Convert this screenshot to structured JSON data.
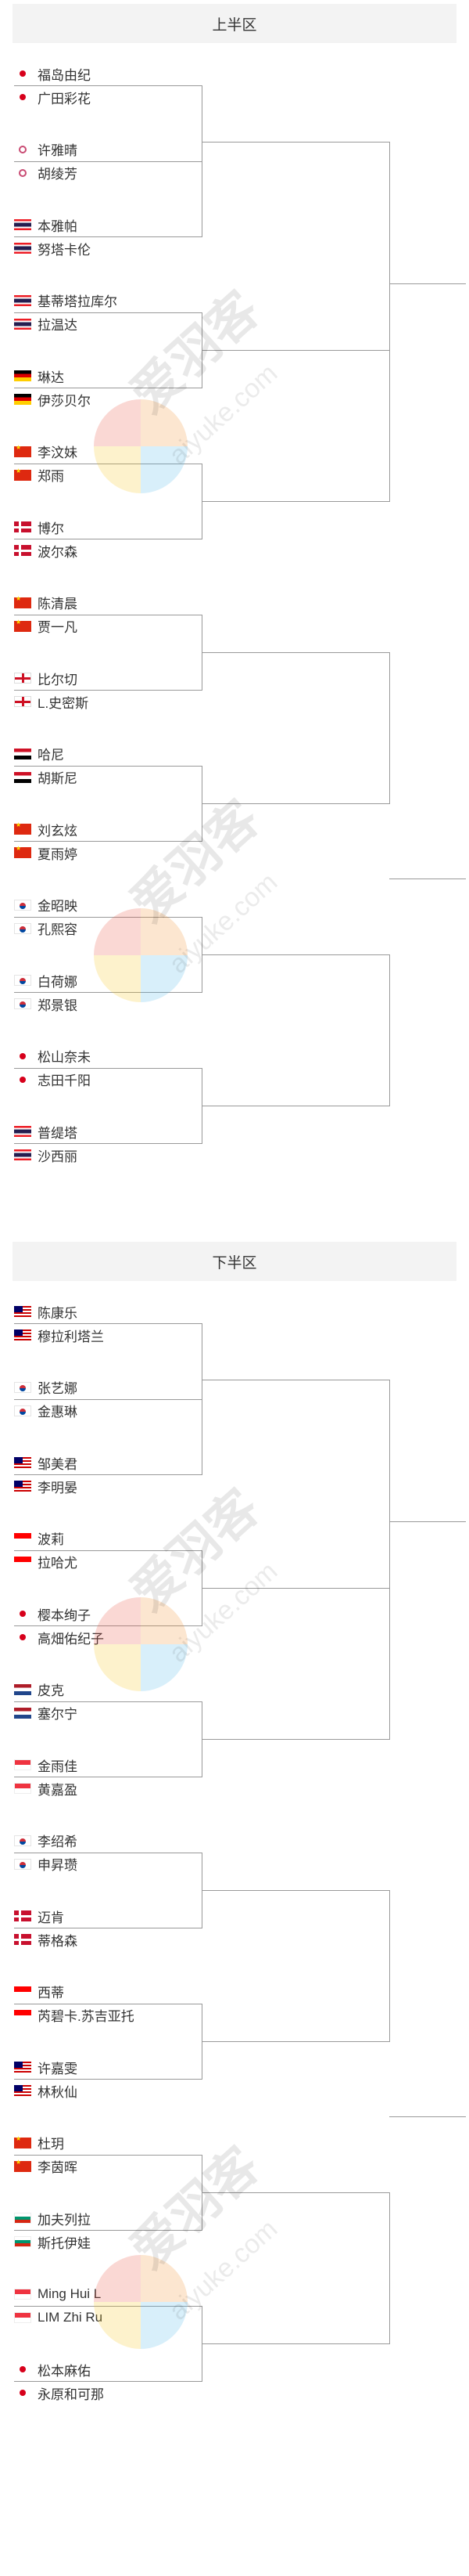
{
  "upper": {
    "title": "上半区",
    "players": [
      {
        "name": "福岛由纪",
        "flag": "jp"
      },
      {
        "name": "广田彩花",
        "flag": "jp"
      },
      {
        "name": "许雅晴",
        "flag": "tpe"
      },
      {
        "name": "胡绫芳",
        "flag": "tpe"
      },
      {
        "name": "本雅帕",
        "flag": "th"
      },
      {
        "name": "努塔卡伦",
        "flag": "th"
      },
      {
        "name": "基蒂塔拉库尔",
        "flag": "th"
      },
      {
        "name": "拉温达",
        "flag": "th"
      },
      {
        "name": "琳达",
        "flag": "de"
      },
      {
        "name": "伊莎贝尔",
        "flag": "de"
      },
      {
        "name": "李汶妹",
        "flag": "cn"
      },
      {
        "name": "郑雨",
        "flag": "cn"
      },
      {
        "name": "博尔",
        "flag": "dk"
      },
      {
        "name": "波尔森",
        "flag": "dk"
      },
      {
        "name": "陈清晨",
        "flag": "cn"
      },
      {
        "name": "贾一凡",
        "flag": "cn"
      },
      {
        "name": "比尔切",
        "flag": "en"
      },
      {
        "name": "L.史密斯",
        "flag": "en"
      },
      {
        "name": "哈尼",
        "flag": "eg"
      },
      {
        "name": "胡斯尼",
        "flag": "eg"
      },
      {
        "name": "刘玄炫",
        "flag": "cn"
      },
      {
        "name": "夏雨婷",
        "flag": "cn"
      },
      {
        "name": "金昭映",
        "flag": "kr"
      },
      {
        "name": "孔熙容",
        "flag": "kr"
      },
      {
        "name": "白荷娜",
        "flag": "kr"
      },
      {
        "name": "郑景银",
        "flag": "kr"
      },
      {
        "name": "松山奈未",
        "flag": "jp"
      },
      {
        "name": "志田千阳",
        "flag": "jp"
      },
      {
        "name": "普缇塔",
        "flag": "th"
      },
      {
        "name": "沙西丽",
        "flag": "th"
      }
    ]
  },
  "lower": {
    "title": "下半区",
    "players": [
      {
        "name": "陈康乐",
        "flag": "my"
      },
      {
        "name": "穆拉利塔兰",
        "flag": "my"
      },
      {
        "name": "张艺娜",
        "flag": "kr"
      },
      {
        "name": "金惠琳",
        "flag": "kr"
      },
      {
        "name": "邹美君",
        "flag": "my"
      },
      {
        "name": "李明晏",
        "flag": "my"
      },
      {
        "name": "波莉",
        "flag": "id"
      },
      {
        "name": "拉哈尤",
        "flag": "id"
      },
      {
        "name": "樱本绚子",
        "flag": "jp"
      },
      {
        "name": "高畑佑纪子",
        "flag": "jp"
      },
      {
        "name": "皮克",
        "flag": "nl"
      },
      {
        "name": "塞尔宁",
        "flag": "nl"
      },
      {
        "name": "金雨佳",
        "flag": "sg"
      },
      {
        "name": "黄嘉盈",
        "flag": "sg"
      },
      {
        "name": "李绍希",
        "flag": "kr"
      },
      {
        "name": "申昇瓒",
        "flag": "kr"
      },
      {
        "name": "迈肯",
        "flag": "dk"
      },
      {
        "name": "蒂格森",
        "flag": "dk"
      },
      {
        "name": "西蒂",
        "flag": "id"
      },
      {
        "name": "芮碧卡.苏吉亚托",
        "flag": "id"
      },
      {
        "name": "许嘉雯",
        "flag": "my"
      },
      {
        "name": "林秋仙",
        "flag": "my"
      },
      {
        "name": "杜玥",
        "flag": "cn"
      },
      {
        "name": "李茵晖",
        "flag": "cn"
      },
      {
        "name": "加夫列拉",
        "flag": "bg"
      },
      {
        "name": "斯托伊娃",
        "flag": "bg"
      },
      {
        "name": "Ming Hui L",
        "flag": "sg"
      },
      {
        "name": "LIM Zhi Ru",
        "flag": "sg"
      },
      {
        "name": "松本麻佑",
        "flag": "jp"
      },
      {
        "name": "永原和可那",
        "flag": "jp"
      }
    ]
  },
  "watermark": {
    "text": "爱羽客",
    "sub": "aiyuke.com"
  }
}
